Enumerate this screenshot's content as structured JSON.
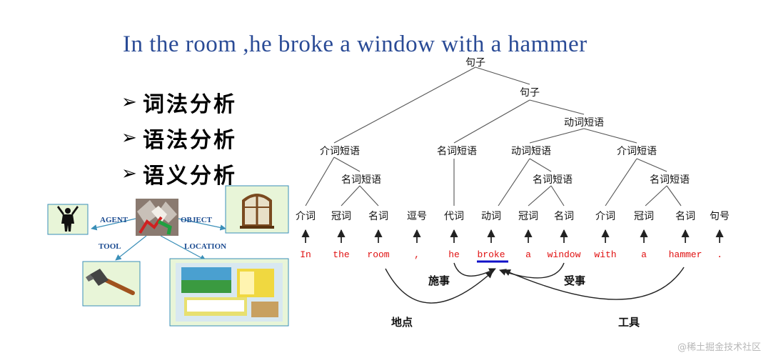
{
  "title": "In the room ,he broke a window with a hammer",
  "bullets": [
    "词法分析",
    "语法分析",
    "语义分析"
  ],
  "case_frame": {
    "agent": "AGENT",
    "object": "OBJECT",
    "tool": "TOOL",
    "location": "LOCATION"
  },
  "tree": {
    "root": "句子",
    "sentence": "句子",
    "verb_phrase_top": "动词短语",
    "prep_phrase_1": "介词短语",
    "noun_phrase_1": "名词短语",
    "noun_phrase_subject": "名词短语",
    "verb_phrase": "动词短语",
    "noun_phrase_2": "名词短语",
    "prep_phrase_2": "介词短语",
    "noun_phrase_3": "名词短语"
  },
  "pos_tags": [
    "介词",
    "冠词",
    "名词",
    "逗号",
    "代词",
    "动词",
    "冠词",
    "名词",
    "介词",
    "冠词",
    "名词",
    "句号"
  ],
  "words": [
    "In",
    "the",
    "room",
    ",",
    "he",
    "broke",
    "a",
    "window",
    "with",
    "a",
    "hammer",
    "."
  ],
  "roles": {
    "agent": "施事",
    "patient": "受事",
    "location": "地点",
    "instrument": "工具"
  },
  "colors": {
    "title": "#2a4b96",
    "words": "#e01010",
    "underline": "#1010c8",
    "box_border": "#3a8fb8",
    "box_fill": "#e8f5d8",
    "arrow": "#3a8fb8"
  },
  "watermark": "@稀土掘金技术社区"
}
